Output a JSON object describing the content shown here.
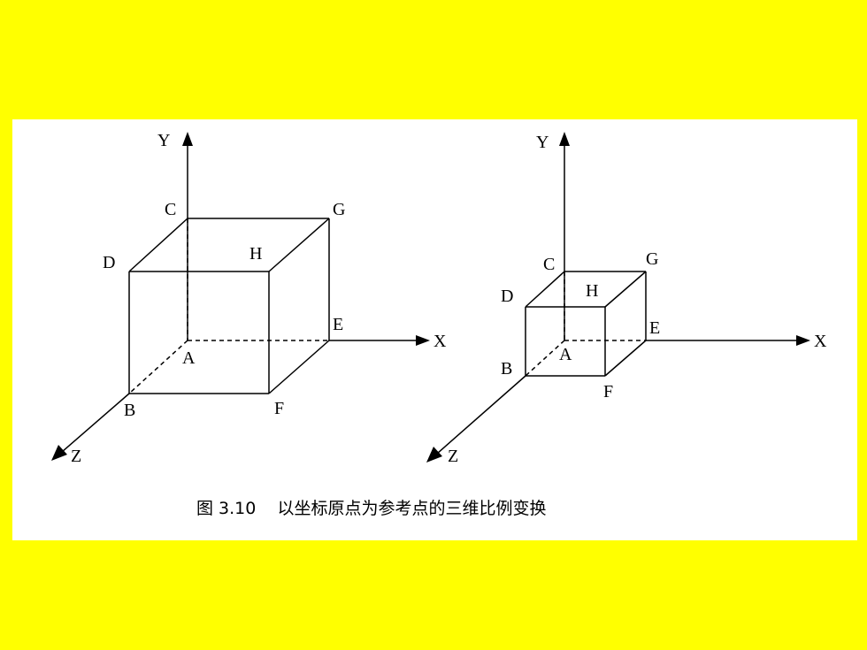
{
  "left_cube": {
    "axis_labels": {
      "x": "X",
      "y": "Y",
      "z": "Z"
    },
    "vertex_labels": {
      "a": "A",
      "b": "B",
      "c": "C",
      "d": "D",
      "e": "E",
      "f": "F",
      "g": "G",
      "h": "H"
    }
  },
  "right_cube": {
    "axis_labels": {
      "x": "X",
      "y": "Y",
      "z": "Z"
    },
    "vertex_labels": {
      "a": "A",
      "b": "B",
      "c": "C",
      "d": "D",
      "e": "E",
      "f": "F",
      "g": "G",
      "h": "H"
    }
  },
  "caption": "图 3.10    以坐标原点为参考点的三维比例变换",
  "colors": {
    "background": "#ffff00",
    "panel": "#ffffff",
    "ink": "#000000"
  }
}
